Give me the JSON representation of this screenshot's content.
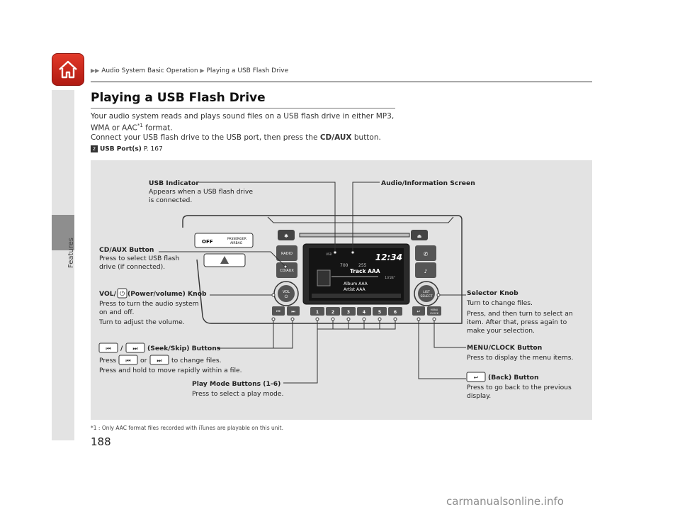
{
  "nav": {
    "section_label": "Features",
    "home_icon": "home-icon"
  },
  "breadcrumb": {
    "part1": "Audio System Basic Operation",
    "part2": "Playing a USB Flash Drive"
  },
  "title": "Playing a USB Flash Drive",
  "body": {
    "line1": "Your audio system reads and plays sound files on a USB flash drive in either MP3,",
    "line2_prefix": "WMA or AAC",
    "line2_sup": "*1",
    "line2_suffix": " format.",
    "line3_prefix": "Connect your USB flash drive to the USB port, then press the ",
    "line3_bold": "CD/AUX",
    "line3_suffix": " button."
  },
  "reference": {
    "label": "USB Port(s)",
    "page": "P. 167"
  },
  "callouts": {
    "usb_indicator": {
      "title": "USB Indicator",
      "lines": [
        "Appears when a USB flash drive",
        "is connected."
      ]
    },
    "audio_screen": {
      "title": "Audio/Information Screen"
    },
    "cd_aux": {
      "title": "CD/AUX Button",
      "lines": [
        "Press to select USB flash",
        "drive (if connected)."
      ]
    },
    "vol": {
      "title_prefix": "VOL/",
      "title_suffix": " (Power/volume) Knob",
      "lines": [
        "Press to turn the audio system",
        "on and off.",
        "Turn to adjust the volume."
      ]
    },
    "seek": {
      "title_sep": "/",
      "title_suffix": "(Seek/Skip) Buttons",
      "line1_prefix": "Press",
      "line1_mid": "or",
      "line1_suffix": "to change files.",
      "line2": "Press and hold to move rapidly within a file."
    },
    "play_mode": {
      "title": "Play Mode Buttons (1-6)",
      "lines": [
        "Press to select a play mode."
      ]
    },
    "selector": {
      "title": "Selector Knob",
      "lines": [
        "Turn to change files.",
        "Press, and then turn to select an",
        "item. After that, press again to",
        "make your selection."
      ]
    },
    "menu_clock": {
      "title": "MENU/CLOCK Button",
      "lines": [
        "Press to display the menu items."
      ]
    },
    "back": {
      "title": "(Back) Button",
      "lines": [
        "Press to go back to the previous",
        "display."
      ]
    }
  },
  "unit": {
    "airbag_label_off": "OFF",
    "airbag_label": [
      "PASSENGER",
      "AIRBAG"
    ],
    "radio_label": "RADIO",
    "cdaux_label": "CD/AUX",
    "vol_label": "VOL",
    "sel_label": [
      "LIST",
      "SELECT"
    ],
    "menu_label": [
      "MENU",
      "CLOCK"
    ],
    "preset_buttons": [
      "1",
      "2",
      "3",
      "4",
      "5",
      "6"
    ],
    "screen": {
      "clock": "12:34",
      "folder": "700",
      "file": "255",
      "track": "Track AAA",
      "time": "13'24\"",
      "album": "Album AAA",
      "artist": "Artist AAA"
    }
  },
  "footnote": "*1 : Only AAC format files recorded with iTunes are playable on this unit.",
  "page_number": "188",
  "watermark": "carmanualsonline.info"
}
